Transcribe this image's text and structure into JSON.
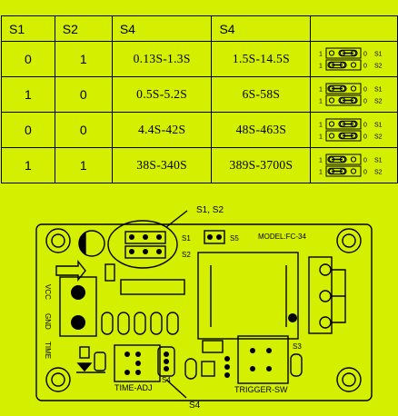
{
  "table": {
    "headers": [
      "S1",
      "S2",
      "S4",
      "S4",
      ""
    ],
    "rows": [
      {
        "s1": "0",
        "s2": "1",
        "r1": "0.13S-1.3S",
        "r2": "1.5S-14.5S",
        "jumper": [
          0,
          1
        ]
      },
      {
        "s1": "1",
        "s2": "0",
        "r1": "0.5S-5.2S",
        "r2": "6S-58S",
        "jumper": [
          1,
          0
        ]
      },
      {
        "s1": "0",
        "s2": "0",
        "r1": "4.4S-42S",
        "r2": "48S-463S",
        "jumper": [
          0,
          0
        ]
      },
      {
        "s1": "1",
        "s2": "1",
        "r1": "38S-340S",
        "r2": "389S-3700S",
        "jumper": [
          1,
          1
        ]
      }
    ],
    "jumper_labels": {
      "left": "1",
      "right": "0",
      "top_switch": "S1",
      "bottom_switch": "S2"
    }
  },
  "board": {
    "callout_top": "S1, S2",
    "callout_bottom": "S4",
    "model": "MODEL:FC-34",
    "s1": "S1",
    "s2": "S2",
    "s3": "S3",
    "s4": "S4",
    "s5": "S5",
    "vcc": "VCC",
    "gnd": "GND",
    "time": "TIME",
    "time_adj": "TIME-ADJ",
    "trigger_sw": "TRIGGER-SW"
  },
  "colors": {
    "background": "#d4f000",
    "ink": "#000000"
  }
}
